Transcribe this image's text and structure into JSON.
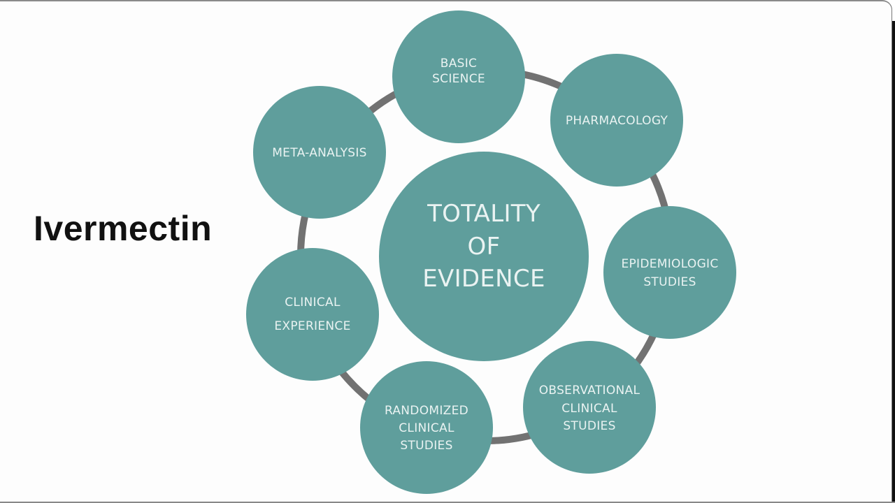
{
  "title": "Ivermectin",
  "colors": {
    "circle": "#5f9e9c",
    "ring": "#727272",
    "text": "#eaf3f2"
  },
  "center": {
    "lines": [
      "TOTALITY",
      "OF",
      "EVIDENCE"
    ]
  },
  "nodes": [
    {
      "lines": [
        "BASIC",
        "SCIENCE"
      ]
    },
    {
      "lines": [
        "PHARMACOLOGY"
      ]
    },
    {
      "lines": [
        "EPIDEMIOLOGIC",
        "STUDIES"
      ]
    },
    {
      "lines": [
        "OBSERVATIONAL",
        "CLINICAL",
        "STUDIES"
      ]
    },
    {
      "lines": [
        "RANDOMIZED",
        "CLINICAL",
        "STUDIES"
      ]
    },
    {
      "lines": [
        "CLINICAL",
        "EXPERIENCE"
      ]
    },
    {
      "lines": [
        "META-ANALYSIS"
      ]
    }
  ]
}
